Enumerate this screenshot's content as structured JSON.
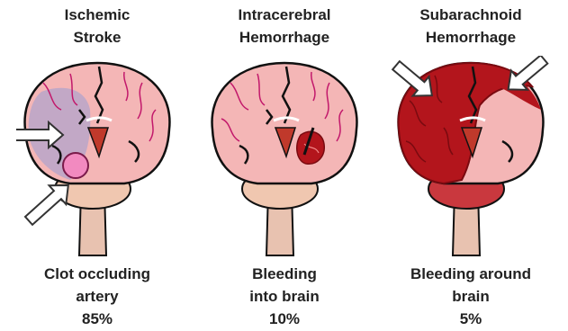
{
  "panels": [
    {
      "title": [
        "Ischemic",
        "Stroke"
      ],
      "caption": [
        "Clot occluding",
        "artery"
      ],
      "percent": "85%"
    },
    {
      "title": [
        "Intracerebral",
        "Hemorrhage"
      ],
      "caption": [
        "Bleeding",
        "into brain"
      ],
      "percent": "10%"
    },
    {
      "title": [
        "Subarachnoid",
        "Hemorrhage"
      ],
      "caption": [
        "Bleeding around",
        "brain"
      ],
      "percent": "5%"
    }
  ],
  "colors": {
    "brain_fill": "#f4b6b6",
    "brain_outline": "#111111",
    "vessel": "#c2186b",
    "ischemic_region": "#b9a6c9",
    "clot": "#f28ac0",
    "bleed": "#b3151c",
    "bleed_dark": "#7a0a10",
    "brainstem": "#e8c2b0"
  }
}
